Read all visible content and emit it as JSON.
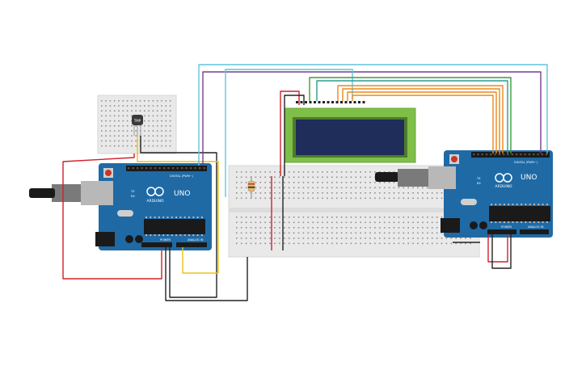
{
  "components": {
    "small_breadboard": {
      "label": "small-breadboard"
    },
    "main_breadboard": {
      "label": "main-breadboard"
    },
    "lcd": {
      "label": "lcd-16x2"
    },
    "sensor": {
      "label": "TMP"
    },
    "resistor": {
      "label": "resistor"
    }
  },
  "arduino_left": {
    "brand": "ARDUINO",
    "model": "UNO",
    "digital_label": "DIGITAL (PWM~)",
    "analog_label": "ANALOG IN",
    "power_label": "POWER",
    "tx_label": "TX",
    "rx_label": "RX"
  },
  "arduino_right": {
    "brand": "ARDUINO",
    "model": "UNO",
    "digital_label": "DIGITAL (PWM~)",
    "analog_label": "ANALOG IN",
    "power_label": "POWER",
    "tx_label": "TX",
    "rx_label": "RX"
  },
  "colors": {
    "board_blue": "#1f6aa5",
    "board_dark": "#17568a",
    "lcd_green": "#7fbf48",
    "lcd_screen": "#1e2d5a",
    "breadboard": "#e9e9e9",
    "wire_red": "#d0202a",
    "wire_black": "#222222",
    "wire_yellow": "#e8c21c",
    "wire_cyan": "#63c3d8",
    "wire_purple": "#7a3d8f",
    "wire_green": "#3e9c3a",
    "wire_teal": "#2a9d8f",
    "wire_orange": "#e8891c"
  }
}
